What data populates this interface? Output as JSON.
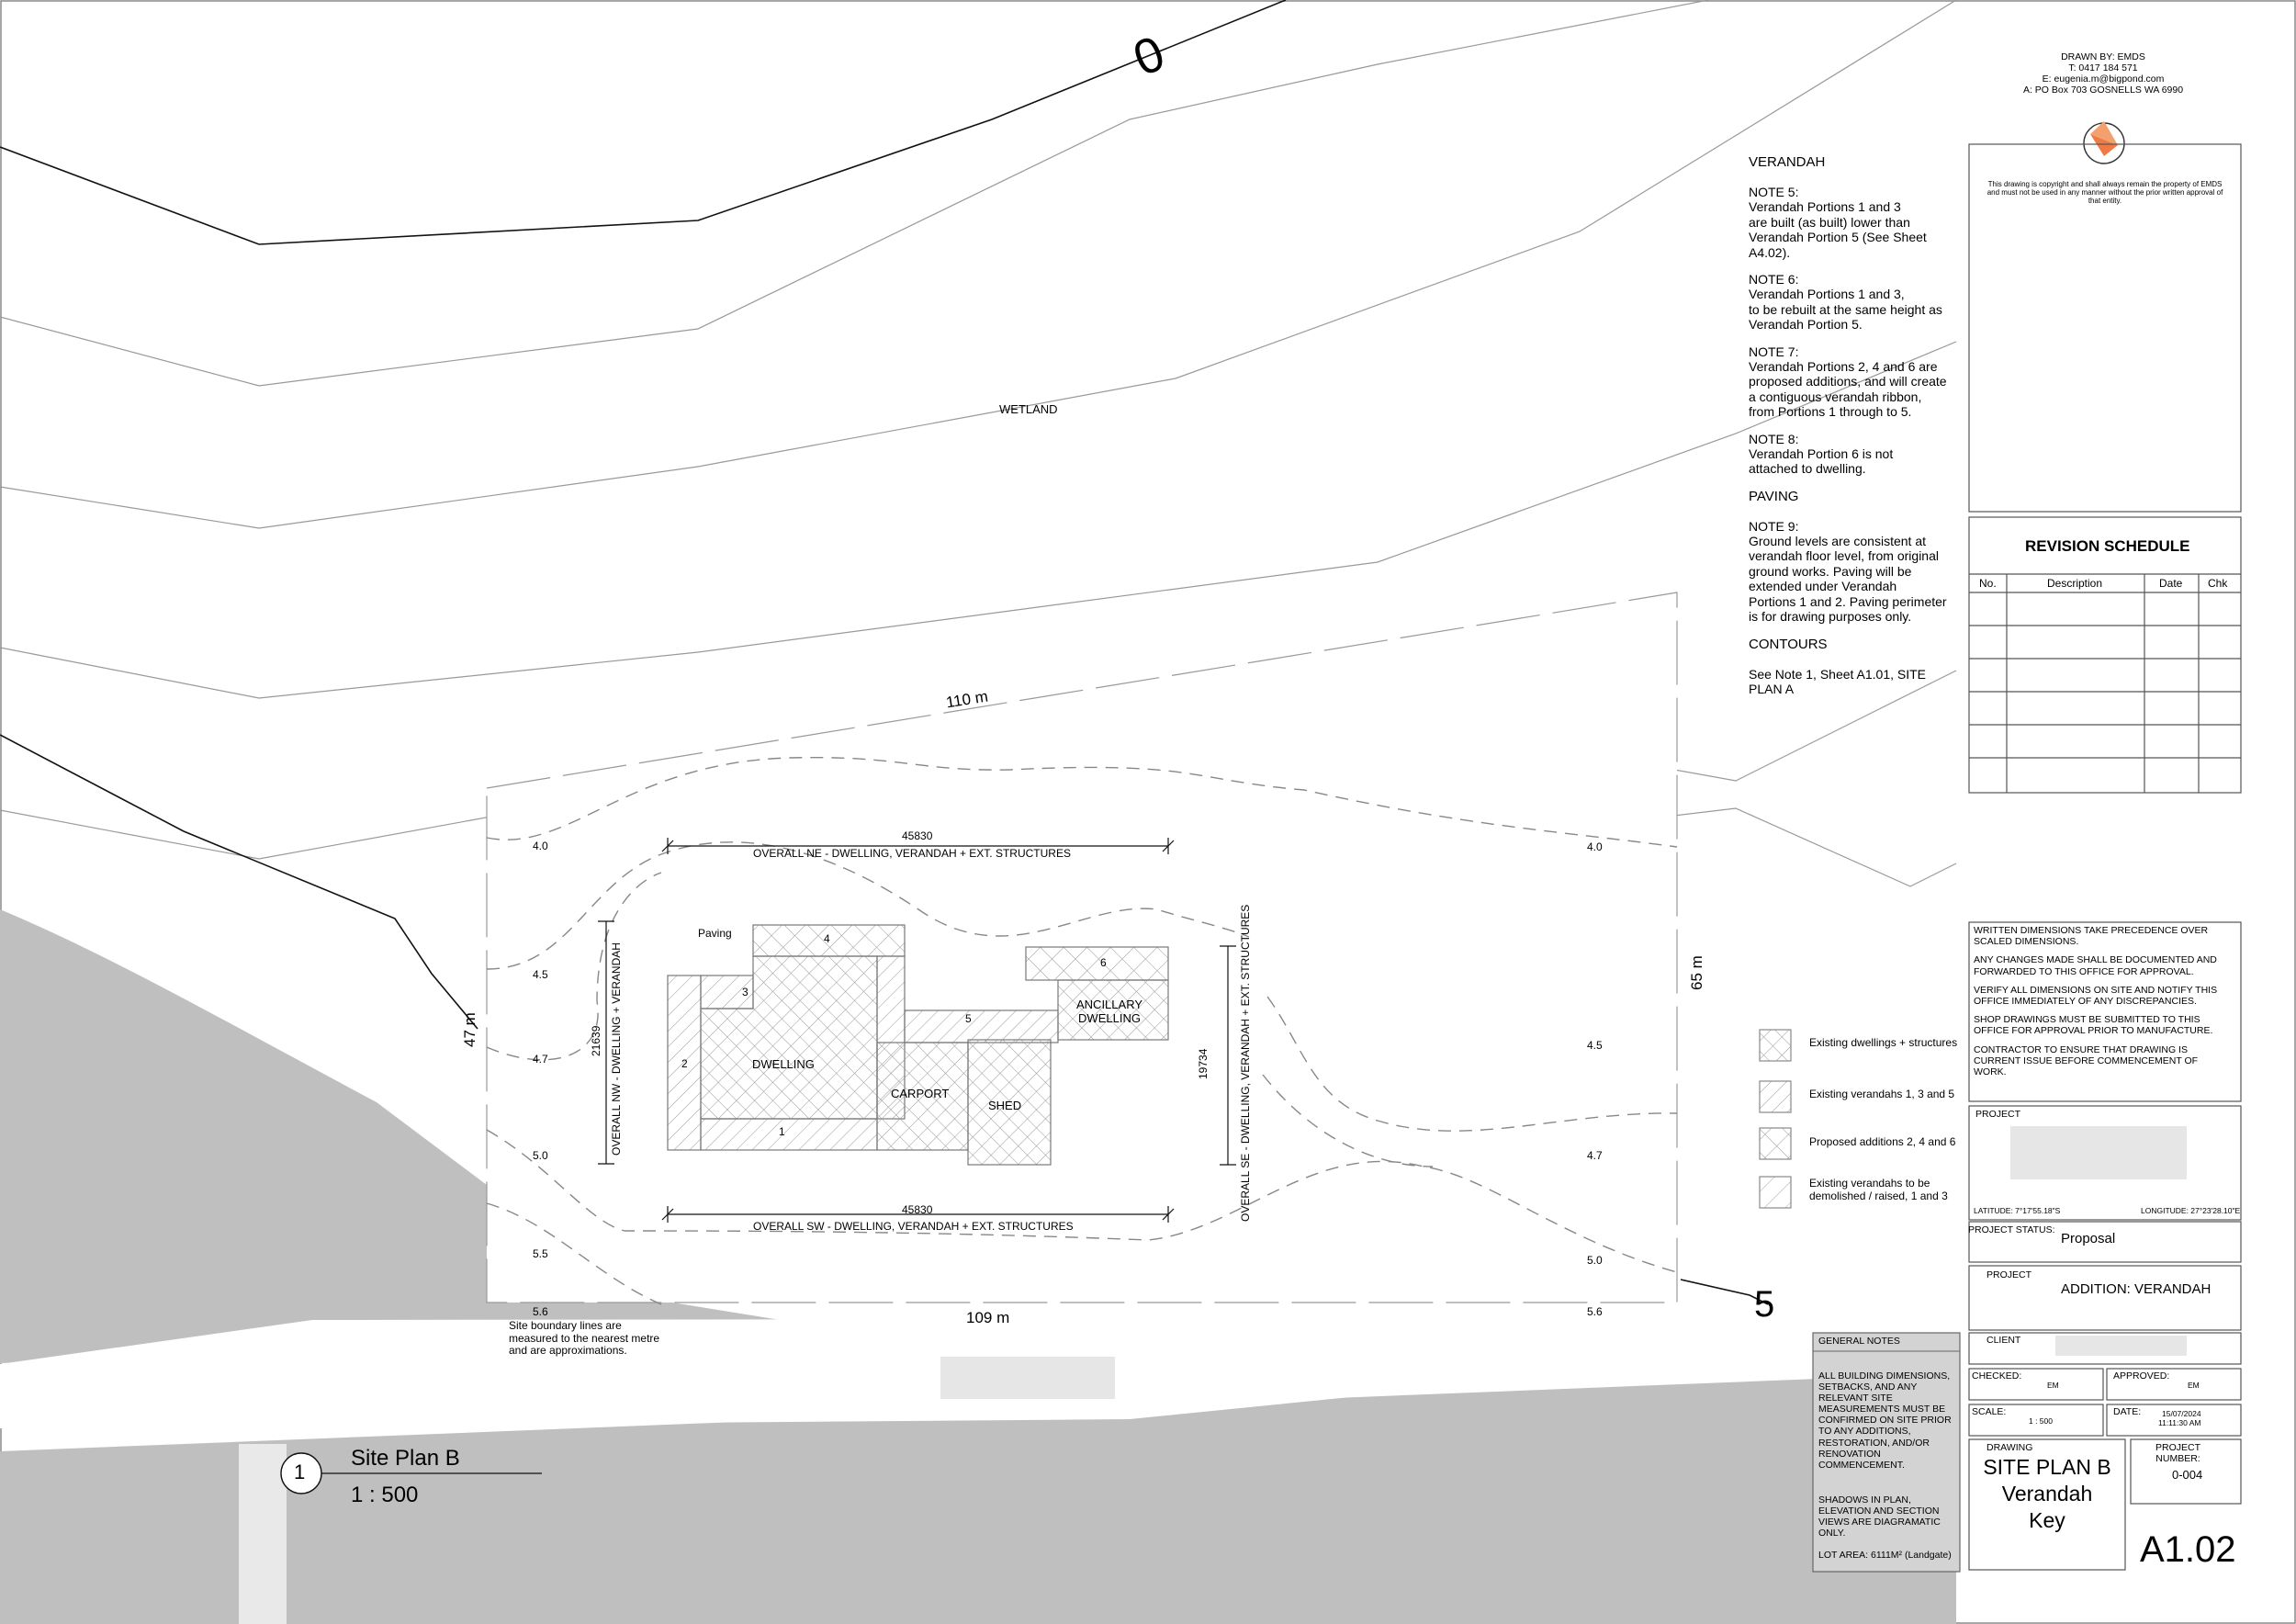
{
  "drawing": {
    "contour_label_top": "0",
    "contour_label_bottom": "5",
    "wetland_label": "WETLAND",
    "site_dims": {
      "top": "110 m",
      "bottom": "109 m",
      "left": "47 m",
      "right": "65 m"
    },
    "inner_levels_left": [
      "4.0",
      "4.5",
      "4.7",
      "5.0",
      "5.5",
      "5.6"
    ],
    "inner_levels_right": [
      "4.0",
      "4.5",
      "4.7",
      "5.0",
      "5.6"
    ],
    "overall_ne": {
      "value": "45830",
      "label": "OVERALL NE - DWELLING, VERANDAH + EXT. STRUCTURES"
    },
    "overall_sw": {
      "value": "45830",
      "label": "OVERALL SW - DWELLING, VERANDAH + EXT. STRUCTURES"
    },
    "overall_nw": {
      "value": "21639",
      "label": "OVERALL NW - DWELLING + VERANDAH"
    },
    "overall_se": {
      "value": "19734",
      "label": "OVERALL SE - DWELLING, VERANDAH + EXT. STRUCTURES"
    },
    "labels": {
      "paving": "Paving",
      "dwelling": "DWELLING",
      "carport": "CARPORT",
      "shed": "SHED",
      "ancillary_line1": "ANCILLARY",
      "ancillary_line2": "DWELLING",
      "v1": "1",
      "v2": "2",
      "v3": "3",
      "v4": "4",
      "v5": "5",
      "v6": "6"
    },
    "boundary_note": [
      "Site boundary lines are",
      "measured to the nearest metre",
      "and are approximations."
    ],
    "view_number": "1",
    "view_title": "Site Plan B",
    "view_scale": "1 : 500"
  },
  "notes": {
    "verandah_heading": "VERANDAH",
    "note5_label": "NOTE 5:",
    "note5_lines": [
      "Verandah Portions 1 and 3",
      "are built (as built) lower than",
      "Verandah Portion 5 (See Sheet",
      "A4.02)."
    ],
    "note6_label": "NOTE 6:",
    "note6_lines": [
      "Verandah Portions 1 and 3,",
      "to be rebuilt at the same height as",
      "Verandah Portion 5."
    ],
    "note7_label": "NOTE 7:",
    "note7_lines": [
      "Verandah Portions 2, 4 and 6 are",
      "proposed additions, and will create",
      "a contiguous verandah ribbon,",
      "from Portions 1 through to 5."
    ],
    "note8_label": "NOTE 8:",
    "note8_lines": [
      "Verandah Portion 6 is not",
      "attached to dwelling."
    ],
    "paving_heading": "PAVING",
    "note9_label": "NOTE 9:",
    "note9_lines": [
      "Ground levels are consistent at",
      "verandah floor level, from original",
      "ground works. Paving will be",
      "extended under Verandah",
      "Portions 1 and 2. Paving perimeter",
      "is for drawing purposes only."
    ],
    "contours_heading": "CONTOURS",
    "contours_lines": [
      "See Note 1, Sheet A1.01, SITE",
      "PLAN A"
    ]
  },
  "legend": [
    {
      "label_lines": [
        "Existing dwellings + structures"
      ],
      "pattern": "dense-cross"
    },
    {
      "label_lines": [
        "Existing verandahs 1, 3 and 5"
      ],
      "pattern": "diag"
    },
    {
      "label_lines": [
        "Proposed additions 2, 4 and 6"
      ],
      "pattern": "cross"
    },
    {
      "label_lines": [
        "Existing verandahs to be",
        "demolished / raised, 1 and 3"
      ],
      "pattern": "diag-light"
    }
  ],
  "title_block": {
    "drawn_by_lines": [
      "DRAWN BY: EMDS",
      "T: 0417 184 571",
      "E: eugenia.m@bigpond.com",
      "A: PO Box 703 GOSNELLS WA 6990"
    ],
    "copyright_lines": [
      "This drawing is copyright and shall always remain the property of EMDS",
      "and must not be used in any manner without the prior written approval of",
      "that entity."
    ],
    "revision_title": "REVISION SCHEDULE",
    "revision_headers": [
      "No.",
      "Description",
      "Date",
      "Chk"
    ],
    "disclaimer_lines": [
      "WRITTEN DIMENSIONS TAKE PRECEDENCE OVER",
      "SCALED DIMENSIONS.",
      "",
      "ANY CHANGES MADE SHALL BE DOCUMENTED AND",
      "FORWARDED TO THIS OFFICE FOR APPROVAL.",
      "",
      "VERIFY ALL DIMENSIONS ON SITE AND NOTIFY THIS",
      "OFFICE IMMEDIATELY OF ANY DISCREPANCIES.",
      "",
      "SHOP DRAWINGS MUST BE SUBMITTED TO THIS",
      "OFFICE FOR APPROVAL PRIOR TO MANUFACTURE.",
      "",
      "CONTRACTOR TO ENSURE THAT DRAWING IS",
      "CURRENT ISSUE BEFORE COMMENCEMENT OF",
      "WORK."
    ],
    "project_label": "PROJECT",
    "latitude": "LATITUDE:  7°17'55.18\"S",
    "longitude": "LONGITUDE:  27°23'28.10\"E",
    "project_status_label": "PROJECT STATUS:",
    "project_status": "Proposal",
    "project_name_label": "PROJECT",
    "project_name": "ADDITION: VERANDAH",
    "client_label": "CLIENT",
    "checked_label": "CHECKED:",
    "checked_value": "EM",
    "approved_label": "APPROVED:",
    "approved_value": "EM",
    "scale_label": "SCALE:",
    "scale_value": "1 : 500",
    "date_label": "DATE:",
    "date_value": "15/07/2024",
    "time_value": "11:11:30 AM",
    "drawing_label": "DRAWING",
    "drawing_title_lines": [
      "SITE PLAN B",
      "Verandah",
      "Key"
    ],
    "project_number_label_lines": [
      "PROJECT",
      "NUMBER:"
    ],
    "project_number": "0-004",
    "sheet_number": "A1.02",
    "general_notes_title": "GENERAL NOTES",
    "general_notes_lines": [
      "ALL BUILDING DIMENSIONS,",
      "SETBACKS, AND ANY",
      "RELEVANT SITE",
      "MEASUREMENTS MUST BE",
      "CONFIRMED ON SITE PRIOR",
      "TO ANY ADDITIONS,",
      "RESTORATION, AND/OR",
      "RENOVATION",
      "COMMENCEMENT.",
      "",
      "",
      "SHADOWS IN PLAN,",
      "ELEVATION AND SECTION",
      "VIEWS ARE DIAGRAMATIC",
      "ONLY.",
      ""
    ],
    "lot_area": "LOT AREA: 6111M² (Landgate)"
  }
}
